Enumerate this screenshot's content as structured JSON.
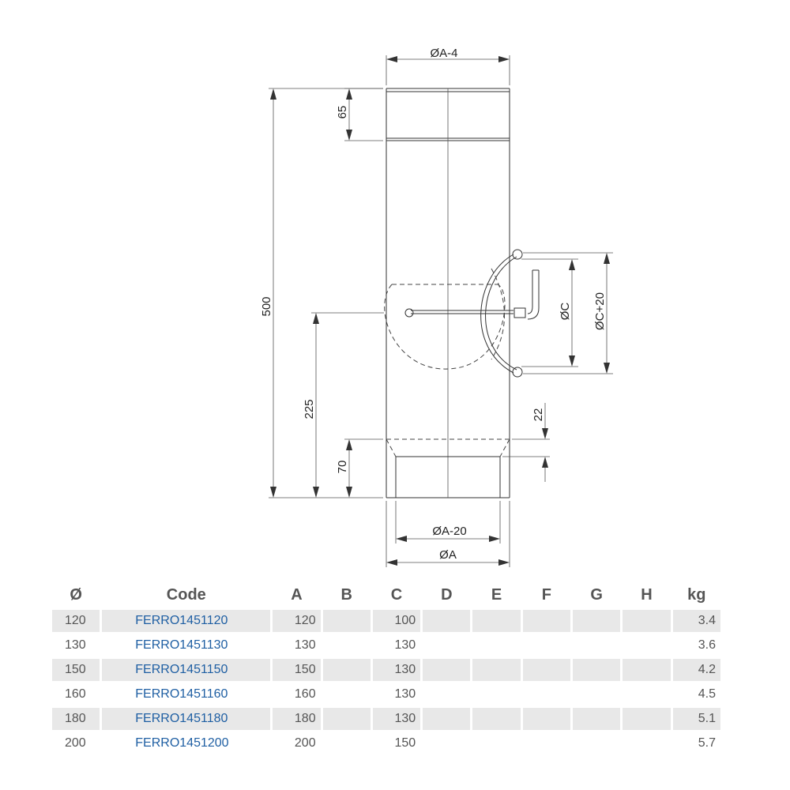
{
  "drawing": {
    "labels": {
      "dia_a_minus_4": "ØA-4",
      "dim_65": "65",
      "dim_500": "500",
      "dim_225": "225",
      "dim_70": "70",
      "dim_22": "22",
      "dia_c": "ØC",
      "dia_c_plus_20": "ØC+20",
      "dia_a_minus_20": "ØA-20",
      "dia_a": "ØA"
    }
  },
  "table": {
    "headers": [
      "Ø",
      "Code",
      "A",
      "B",
      "C",
      "D",
      "E",
      "F",
      "G",
      "H",
      "kg"
    ],
    "rows": [
      [
        "120",
        "FERRO1451120",
        "120",
        "",
        "100",
        "",
        "",
        "",
        "",
        "",
        "3.4"
      ],
      [
        "130",
        "FERRO1451130",
        "130",
        "",
        "130",
        "",
        "",
        "",
        "",
        "",
        "3.6"
      ],
      [
        "150",
        "FERRO1451150",
        "150",
        "",
        "130",
        "",
        "",
        "",
        "",
        "",
        "4.2"
      ],
      [
        "160",
        "FERRO1451160",
        "160",
        "",
        "130",
        "",
        "",
        "",
        "",
        "",
        "4.5"
      ],
      [
        "180",
        "FERRO1451180",
        "180",
        "",
        "130",
        "",
        "",
        "",
        "",
        "",
        "5.1"
      ],
      [
        "200",
        "FERRO1451200",
        "200",
        "",
        "150",
        "",
        "",
        "",
        "",
        "",
        "5.7"
      ]
    ]
  }
}
